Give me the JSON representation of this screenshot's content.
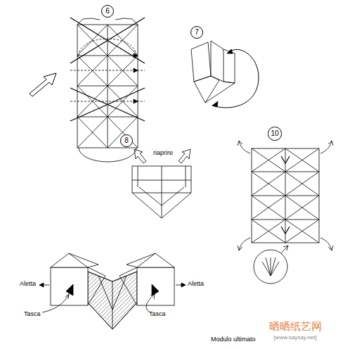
{
  "diagram": {
    "caption": "Modulo ultimato",
    "nodes": [
      {
        "text": [
          "6"
        ]
      },
      {
        "text": [
          "7"
        ]
      },
      {
        "text": [
          "8"
        ]
      },
      {
        "text": [
          "10"
        ]
      }
    ],
    "labels": [
      "riaprire",
      "Aletta",
      "Aletta",
      "Tasca",
      "Tasca",
      "晒晒纸艺网",
      "[www.saysay.net]"
    ]
  }
}
